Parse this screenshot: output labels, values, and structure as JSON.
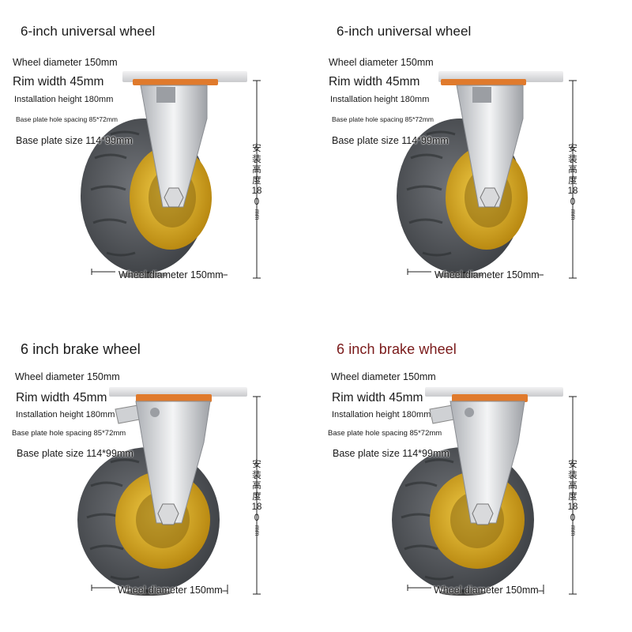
{
  "colors": {
    "tire": "#5b5e63",
    "rim": "#d9a316",
    "plate": "#e3e4e6",
    "pad": "#e07a2c",
    "title_highlight": "#7a1a1a"
  },
  "panels": [
    {
      "title": "6-inch universal wheel",
      "title_color": "#1a1a1a",
      "wheel_diameter": "Wheel diameter 150mm",
      "rim_width": "Rim width 45mm",
      "installation_height": "Installation height 180mm",
      "hole_spacing": "Base plate hole spacing 85*72mm",
      "plate_size": "Base plate size 114*99mm",
      "bottom_label": "Wheel diameter 150mm",
      "vertical_chars": "安装高度180",
      "vertical_unit": "mm"
    },
    {
      "title": "6-inch universal wheel",
      "title_color": "#1a1a1a",
      "wheel_diameter": "Wheel diameter 150mm",
      "rim_width": "Rim width 45mm",
      "installation_height": "Installation height 180mm",
      "hole_spacing": "Base plate hole spacing 85*72mm",
      "plate_size": "Base plate size 114*99mm",
      "bottom_label": "Wheel diameter 150mm",
      "vertical_chars": "安装高度180",
      "vertical_unit": "mm"
    },
    {
      "title": "6 inch brake wheel",
      "title_color": "#1a1a1a",
      "wheel_diameter": "Wheel diameter 150mm",
      "rim_width": "Rim width 45mm",
      "installation_height": "Installation height 180mm",
      "hole_spacing": "Base plate hole spacing 85*72mm",
      "plate_size": "Base plate size 114*99mm",
      "bottom_label": "Wheel diameter 150mm",
      "vertical_chars": "安装高度180",
      "vertical_unit": "mm"
    },
    {
      "title": "6 inch brake wheel",
      "title_color": "#7a1a1a",
      "wheel_diameter": "Wheel diameter 150mm",
      "rim_width": "Rim width 45mm",
      "installation_height": "Installation height 180mm",
      "hole_spacing": "Base plate hole spacing 85*72mm",
      "plate_size": "Base plate size 114*99mm",
      "bottom_label": "Wheel diameter 150mm",
      "vertical_chars": "安装高度180",
      "vertical_unit": "mm"
    }
  ]
}
